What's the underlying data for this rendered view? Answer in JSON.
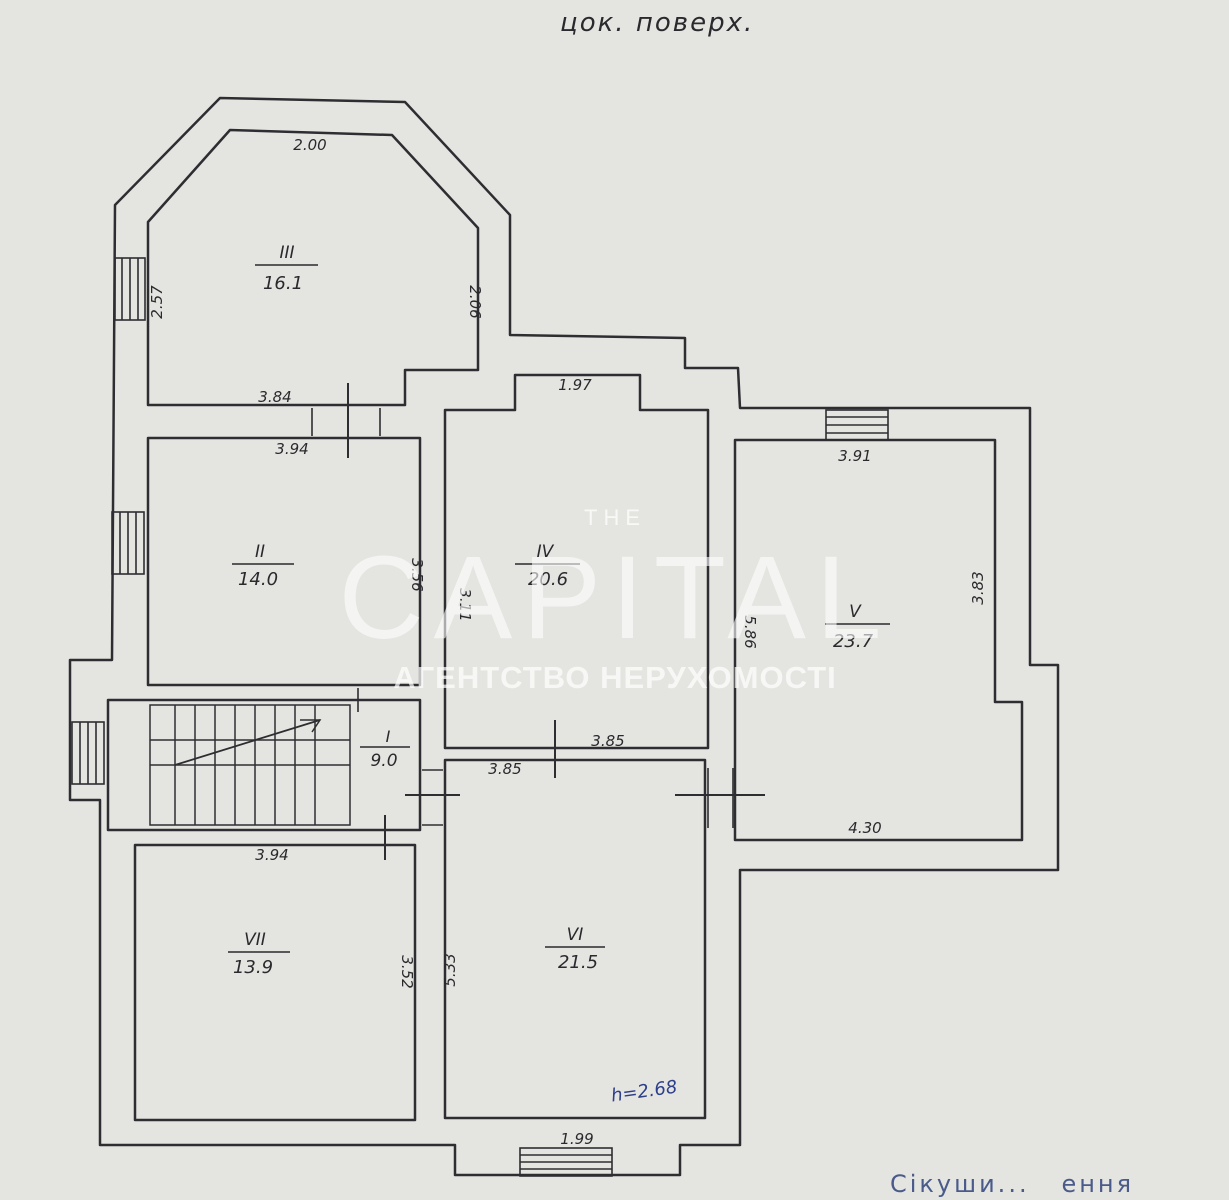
{
  "title": "цок. поверх.",
  "rooms": [
    {
      "number": "III",
      "area": "16.1"
    },
    {
      "number": "II",
      "area": "14.0"
    },
    {
      "number": "IV",
      "area": "20.6"
    },
    {
      "number": "V",
      "area": "23.7"
    },
    {
      "number": "I",
      "area": "9.0"
    },
    {
      "number": "VI",
      "area": "21.5"
    },
    {
      "number": "VII",
      "area": "13.9"
    }
  ],
  "dimensions": [
    "2.00",
    "2.57",
    "2.06",
    "3.84",
    "3.94",
    "3.56",
    "1.97",
    "3.11",
    "3.85",
    "3.85",
    "3.91",
    "5.86",
    "3.83",
    "4.30",
    "3.94",
    "3.52",
    "5.33",
    "1.99"
  ],
  "height_note": "h=2.68",
  "watermark": {
    "top": "THE",
    "main": "CAPITAL",
    "sub": "АГЕНТСТВО НЕРУХОМОСТІ"
  },
  "stamp_text": "Сікуши...   ення"
}
